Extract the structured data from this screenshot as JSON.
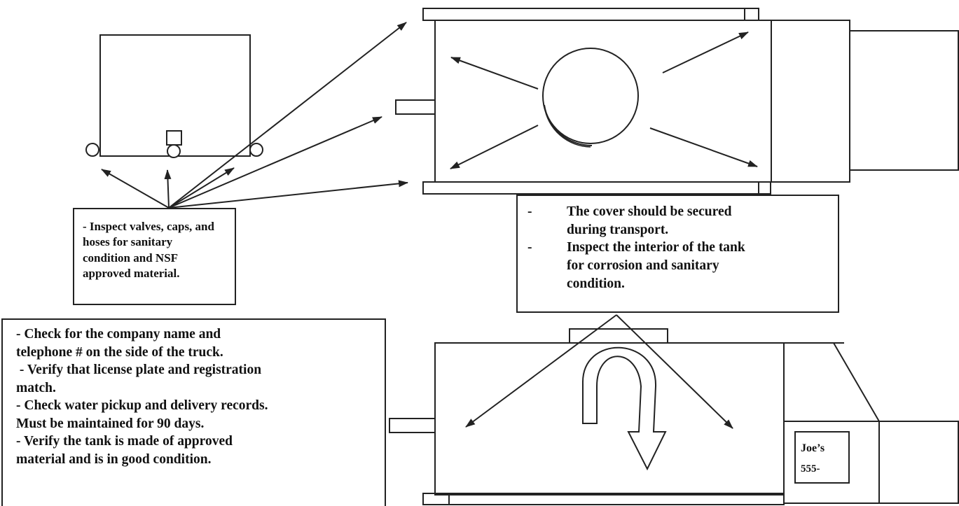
{
  "valves_box": {
    "text": "- Inspect valves, caps, and hoses for sanitary condition and NSF approved material.",
    "lines": [
      "- Inspect valves, caps, and",
      "hoses for sanitary",
      "condition and NSF",
      "approved material."
    ]
  },
  "truck_box": {
    "lines": [
      "- Check for the company name and",
      "telephone # on the side of the truck.",
      " - Verify that license plate and registration",
      "match.",
      "- Check water pickup and delivery records.",
      "Must be maintained for 90 days.",
      "- Verify the tank is made of approved",
      "material and is in good condition."
    ]
  },
  "cover_box": {
    "items": [
      {
        "dash": "-",
        "lines": [
          "The cover should be secured",
          "during transport."
        ]
      },
      {
        "dash": "-",
        "lines": [
          "Inspect the interior of the tank",
          "for corrosion and sanitary",
          "condition."
        ]
      }
    ]
  },
  "truck_sign": {
    "name": "Joe’s",
    "phone": "555-"
  },
  "colors": {
    "line": "#222222",
    "background": "#ffffff"
  }
}
